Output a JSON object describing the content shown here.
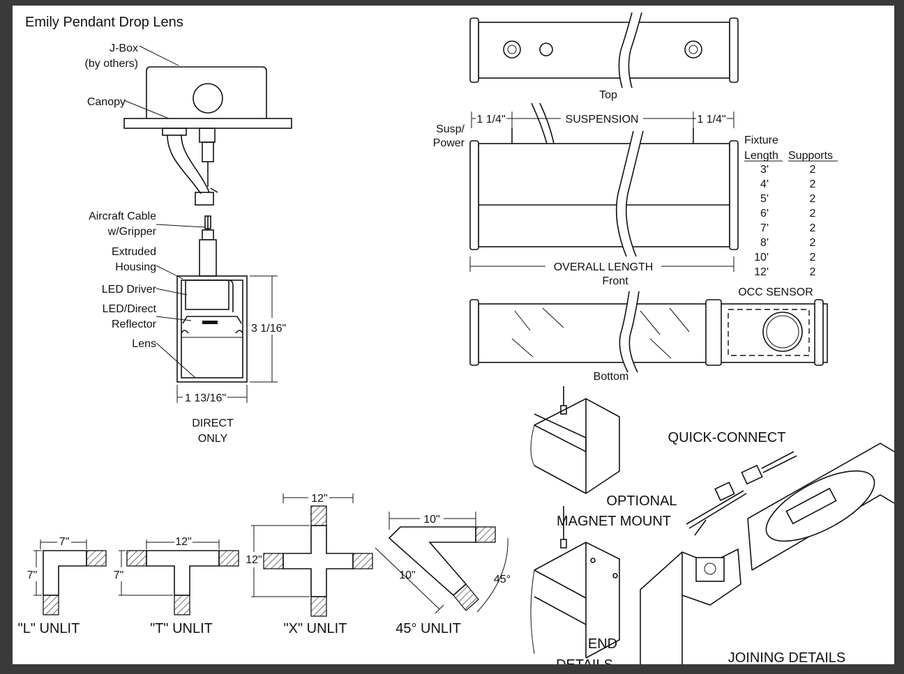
{
  "title": "Emily Pendant Drop Lens",
  "section_labels": {
    "jbox_1": "J-Box",
    "jbox_2": "(by others)",
    "canopy": "Canopy",
    "aircraft_1": "Aircraft Cable",
    "aircraft_2": "w/Gripper",
    "extruded_1": "Extruded",
    "extruded_2": "Housing",
    "led_driver": "LED Driver",
    "led_direct_1": "LED/Direct",
    "led_direct_2": "Reflector",
    "lens": "Lens",
    "height_dim": "3 1/16\"",
    "width_dim": "1 13/16\"",
    "direct_1": "DIRECT",
    "direct_2": "ONLY"
  },
  "views": {
    "top": "Top",
    "susp_1": "Susp/",
    "susp_2": "Power",
    "left_offset": "1 1/4\"",
    "suspension": "SUSPENSION",
    "right_offset": "1 1/4\"",
    "overall_length": "OVERALL LENGTH",
    "front": "Front",
    "occ_sensor": "OCC SENSOR",
    "bottom": "Bottom"
  },
  "supports_table": {
    "header_top": "Fixture",
    "col_length": "Length",
    "col_supports": "Supports",
    "rows": [
      {
        "length": "3'",
        "supports": "2"
      },
      {
        "length": "4'",
        "supports": "2"
      },
      {
        "length": "5'",
        "supports": "2"
      },
      {
        "length": "6'",
        "supports": "2"
      },
      {
        "length": "7'",
        "supports": "2"
      },
      {
        "length": "8'",
        "supports": "2"
      },
      {
        "length": "10'",
        "supports": "2"
      },
      {
        "length": "12'",
        "supports": "2"
      }
    ]
  },
  "connectors": {
    "l": {
      "label": "\"L\" UNLIT",
      "w": "7\"",
      "h": "7\""
    },
    "t": {
      "label": "\"T\" UNLIT",
      "w": "12\"",
      "h": "7\""
    },
    "x": {
      "label": "\"X\" UNLIT",
      "w": "12\"",
      "h": "12\""
    },
    "a45": {
      "label": "45° UNLIT",
      "w": "10\"",
      "h": "10\"",
      "angle": "45°"
    }
  },
  "details": {
    "quick_connect": "QUICK-CONNECT",
    "magnet_1": "OPTIONAL",
    "magnet_2": "MAGNET MOUNT",
    "end_1": "END",
    "end_2": "DETAILS",
    "joining": "JOINING DETAILS"
  }
}
